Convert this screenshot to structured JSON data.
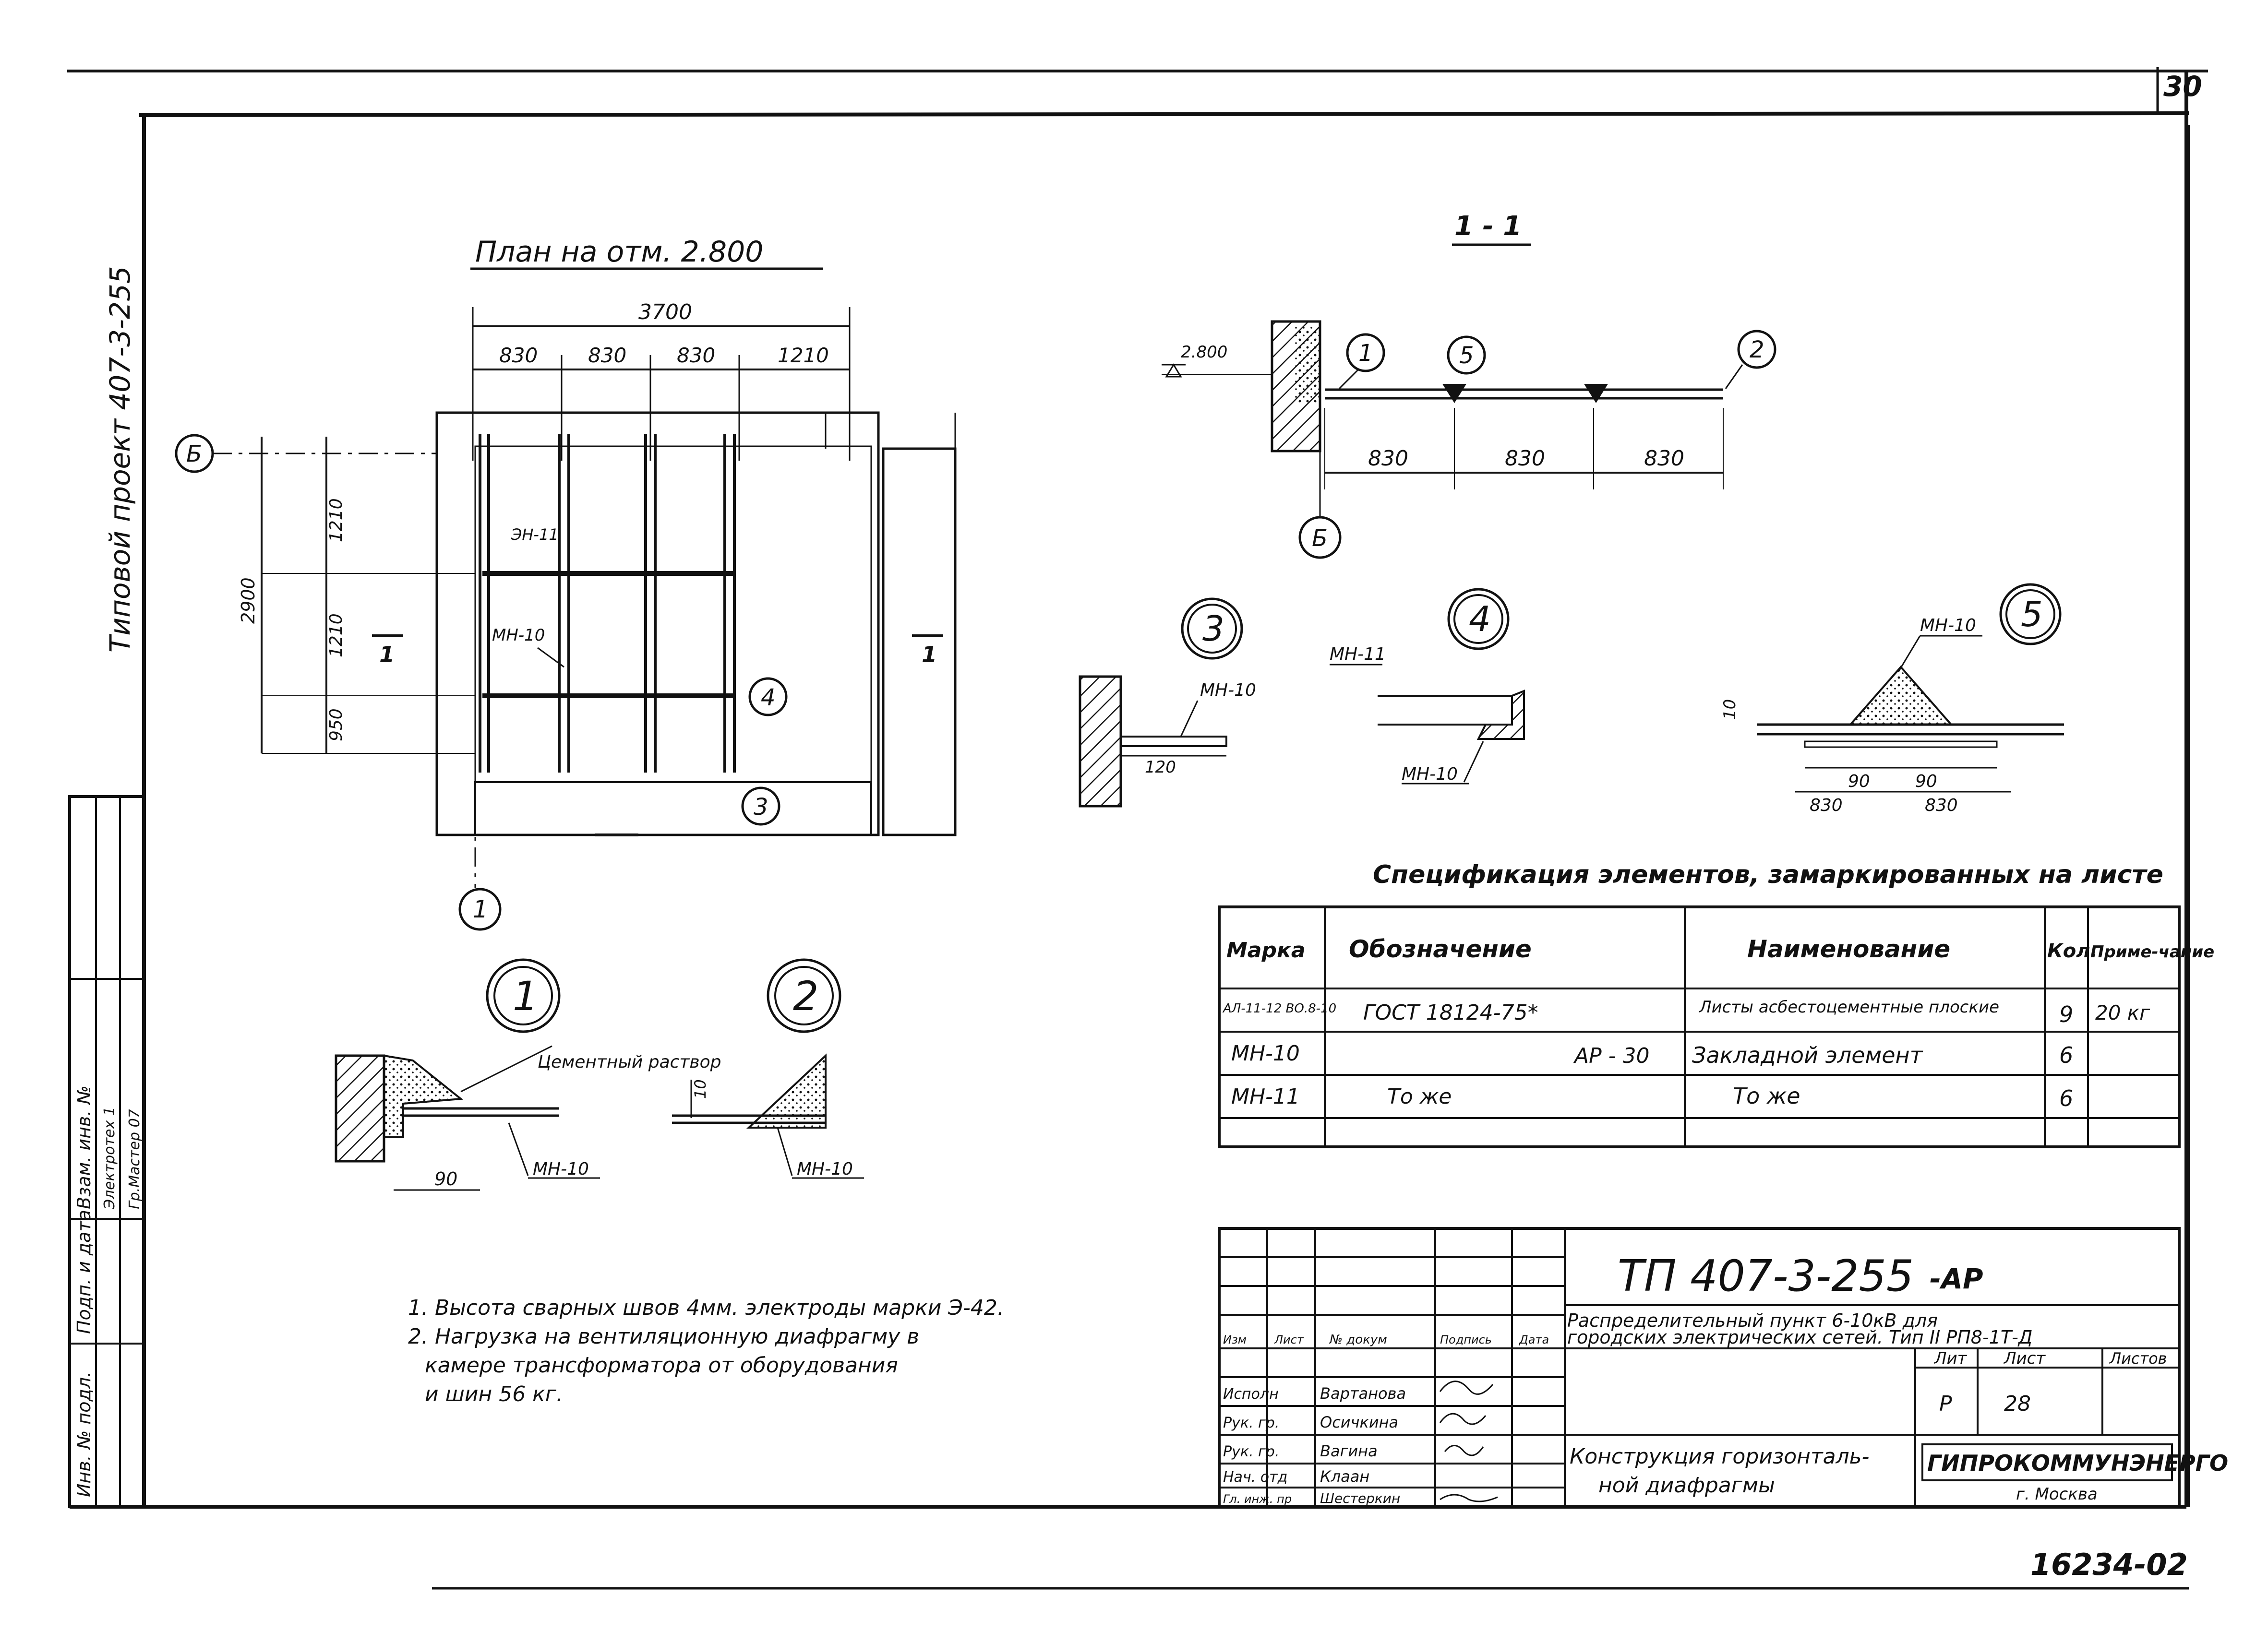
{
  "sheet_number": "30",
  "bottom_number": "16234-02",
  "side_stamp": {
    "vertical_title": "Типовой проект 407-3-255",
    "col_labels": [
      "Инв. № подл.",
      "Подп. и дата",
      "Взам. инв. №"
    ],
    "notes": [
      "Электротех 1",
      "Гр.Мастер 07"
    ]
  },
  "plan": {
    "title": "План на отм. 2.800",
    "total_width": "3700",
    "spans": [
      "830",
      "830",
      "830",
      "1210"
    ],
    "height_total": "2900",
    "vertical_dims": [
      "1210",
      "1210",
      "950"
    ],
    "axis_b": "Б",
    "axis_1": "1",
    "section_left": "1",
    "section_right": "1",
    "label_en11": "ЭН-11",
    "label_mn10": "МН-10",
    "callout_3": "3",
    "callout_4": "4"
  },
  "section": {
    "title": "1 - 1",
    "elevation": "2.800",
    "spans": [
      "830",
      "830",
      "830"
    ],
    "axis_b": "Б",
    "callouts": [
      "1",
      "5",
      "2"
    ]
  },
  "details": {
    "d1": {
      "num": "1",
      "label_mortar": "Цементный раствор",
      "mn": "МН-10",
      "dim": "90"
    },
    "d2": {
      "num": "2",
      "mn": "МН-10",
      "dim": "10"
    },
    "d3": {
      "num": "3",
      "mn": "МН-10",
      "dim": "120"
    },
    "d4": {
      "num": "4",
      "mn_top": "МН-11",
      "mn_bottom": "МН-10"
    },
    "d5": {
      "num": "5",
      "mn": "МН-10",
      "dims": [
        "10",
        "90",
        "90",
        "830",
        "830"
      ]
    }
  },
  "spec": {
    "title": "Спецификация элементов, замаркированных на листе",
    "headers": [
      "Марка",
      "Обозначение",
      "Наименование",
      "Кол.",
      "Приме-чание"
    ],
    "rows": [
      [
        "АЛ-11-12 ВО.8-10",
        "ГОСТ 18124-75*",
        "Листы асбестоцементные плоские",
        "9",
        "20 кг"
      ],
      [
        "МН-10",
        "АР - 30",
        "Закладной элемент",
        "6",
        ""
      ],
      [
        "МН-11",
        "То же",
        "То же",
        "6",
        ""
      ]
    ]
  },
  "notes": [
    "1. Высота сварных швов 4мм. электроды марки Э-42.",
    "2. Нагрузка на вентиляционную диафрагму в",
    "камере трансформатора от оборудования",
    "и шин 56 кг."
  ],
  "title_block": {
    "code": "ТП 407-3-255",
    "suffix": "-АР",
    "desc_line1": "Распределительный пункт 6-10кВ для",
    "desc_line2": "городских электрических сетей. Тип II РП8-1Т-Д",
    "header_cells": [
      "Изм",
      "Лист",
      "№ докум",
      "Подпись",
      "Дата"
    ],
    "people": [
      [
        "Исполн",
        "Вартанова"
      ],
      [
        "Рук. гр.",
        "Осичкина"
      ],
      [
        "Рук. гр.",
        "Вагина"
      ],
      [
        "Нач. отд",
        "Клаан"
      ],
      [
        "Гл. инж. пр",
        "Шестеркин"
      ]
    ],
    "stage_headers": [
      "Лит",
      "Лист",
      "Листов"
    ],
    "stage_values": [
      "Р",
      "28",
      ""
    ],
    "drawing_name_1": "Конструкция горизонталь-",
    "drawing_name_2": "ной диафрагмы",
    "org": "ГИПРОКОММУНЭНЕРГО",
    "city": "г. Москва"
  }
}
